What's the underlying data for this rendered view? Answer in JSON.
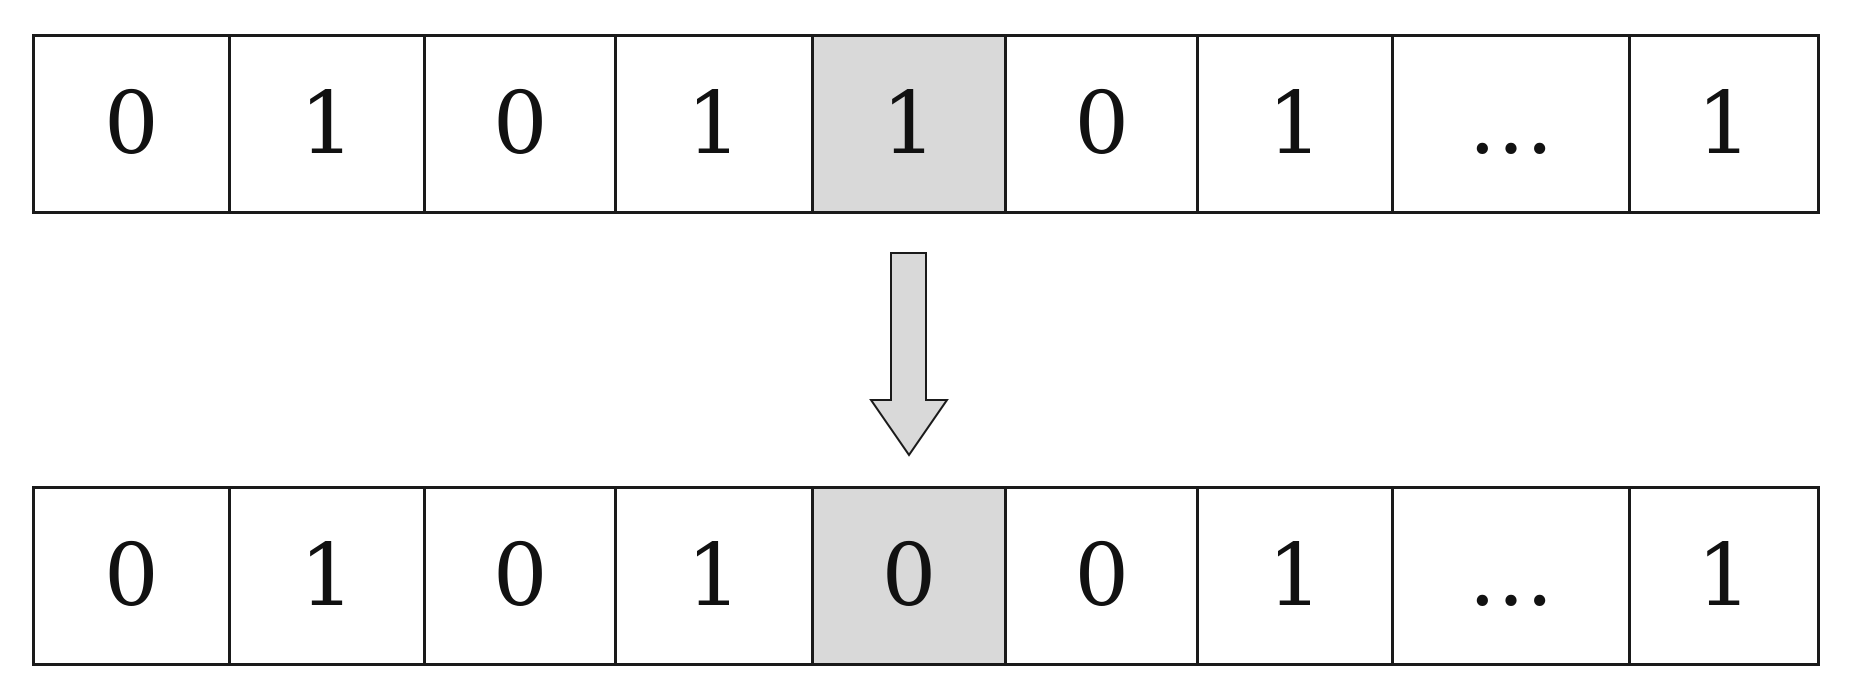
{
  "top_row": {
    "cells": [
      "0",
      "1",
      "0",
      "1",
      "1",
      "0",
      "1",
      "…",
      "1"
    ],
    "highlighted_index": 4
  },
  "bottom_row": {
    "cells": [
      "0",
      "1",
      "0",
      "1",
      "0",
      "0",
      "1",
      "…",
      "1"
    ],
    "highlighted_index": 4
  },
  "colors": {
    "border": "#1a1a1a",
    "highlight": "#d9d9d9",
    "arrow_fill": "#d9d9d9",
    "arrow_stroke": "#1a1a1a"
  }
}
